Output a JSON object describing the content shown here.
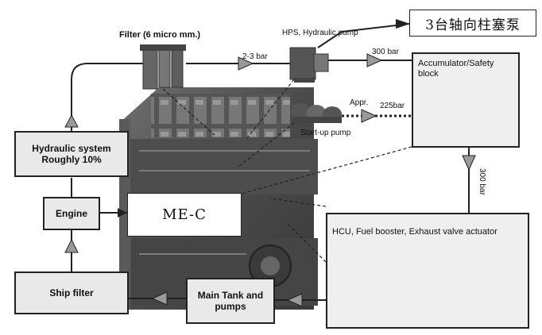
{
  "labels": {
    "filter": "Filter (6 micro mm.)",
    "hps": "HPS, Hydraulic pump",
    "chinese": "3台轴向柱塞泵",
    "pressure_2_3": "2-3 bar",
    "pressure_300_top": "300 bar",
    "accumulator": "Accumulator/Safety block",
    "appr": "Appr.",
    "pressure_225": "225bar",
    "startup": "Start-up pump",
    "hydraulic_system": "Hydraulic system Roughly 10%",
    "engine": "Engine",
    "mec": "ME-C",
    "pressure_300_vert": "300 bar",
    "hcu": "HCU, Fuel booster, Exhaust valve actuator",
    "main_tank": "Main Tank and pumps",
    "ship_filter": "Ship filter"
  }
}
